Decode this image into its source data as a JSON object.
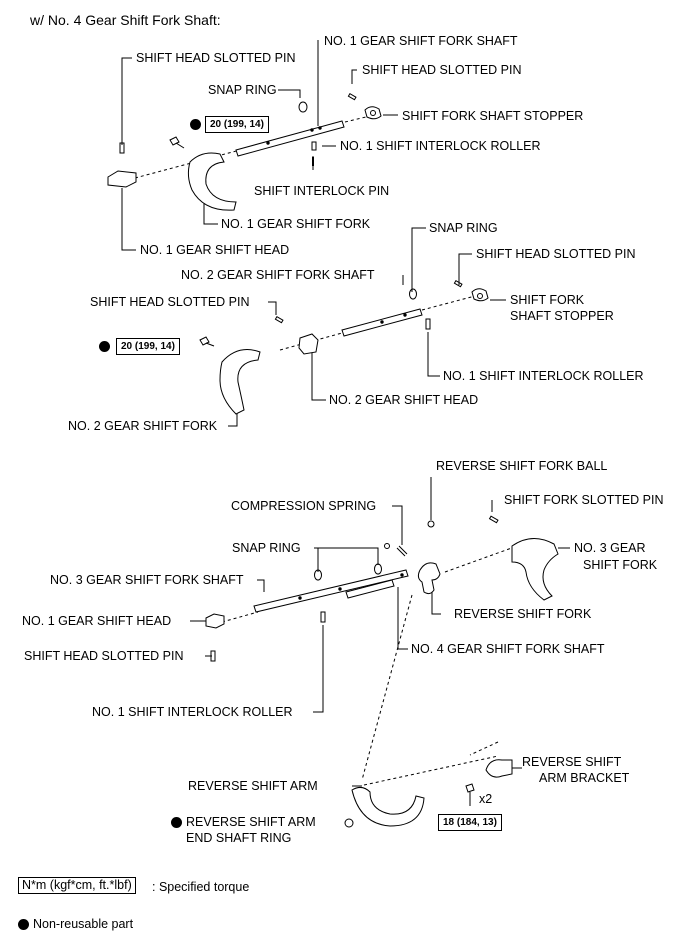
{
  "title": "w/ No. 4 Gear Shift Fork Shaft:",
  "labels": {
    "shift_head_slotted_pin": "SHIFT HEAD SLOTTED PIN",
    "no1_gear_shift_fork_shaft": "NO. 1 GEAR SHIFT FORK SHAFT",
    "snap_ring": "SNAP RING",
    "shift_fork_shaft_stopper": "SHIFT FORK SHAFT STOPPER",
    "no1_shift_interlock_roller": "NO. 1 SHIFT INTERLOCK ROLLER",
    "shift_interlock_pin": "SHIFT INTERLOCK PIN",
    "no1_gear_shift_fork": "NO. 1 GEAR SHIFT FORK",
    "no1_gear_shift_head": "NO. 1 GEAR SHIFT HEAD",
    "no2_gear_shift_fork_shaft": "NO. 2 GEAR SHIFT FORK SHAFT",
    "shift_fork": "SHIFT FORK",
    "shaft_stopper": "SHAFT STOPPER",
    "no2_gear_shift_head": "NO. 2 GEAR SHIFT HEAD",
    "no2_gear_shift_fork": "NO. 2 GEAR SHIFT FORK",
    "reverse_shift_fork_ball": "REVERSE SHIFT FORK BALL",
    "shift_fork_slotted_pin": "SHIFT FORK SLOTTED PIN",
    "compression_spring": "COMPRESSION SPRING",
    "no3_gear": "NO. 3 GEAR",
    "no3_gear_shift_fork_shaft": "NO. 3 GEAR SHIFT FORK SHAFT",
    "no1_gear_shift_head_b": "NO. 1 GEAR SHIFT HEAD",
    "reverse_shift_fork": "REVERSE SHIFT FORK",
    "no4_gear_shift_fork_shaft": "NO. 4 GEAR SHIFT FORK SHAFT",
    "reverse_shift_arm": "REVERSE SHIFT ARM",
    "reverse_shift": "REVERSE SHIFT",
    "arm_bracket": "ARM BRACKET",
    "reverse_shift_arm_end": "REVERSE SHIFT ARM",
    "end_shaft_ring": "END SHAFT RING",
    "x2": "x2"
  },
  "torques": {
    "t1": "20 (199, 14)",
    "t2": "20 (199, 14)",
    "t3": "18 (184, 13)"
  },
  "legend": {
    "torque_box": "N*m (kgf*cm, ft.*lbf)",
    "torque_text": ": Specified torque",
    "nonreusable": "Non-reusable part"
  }
}
